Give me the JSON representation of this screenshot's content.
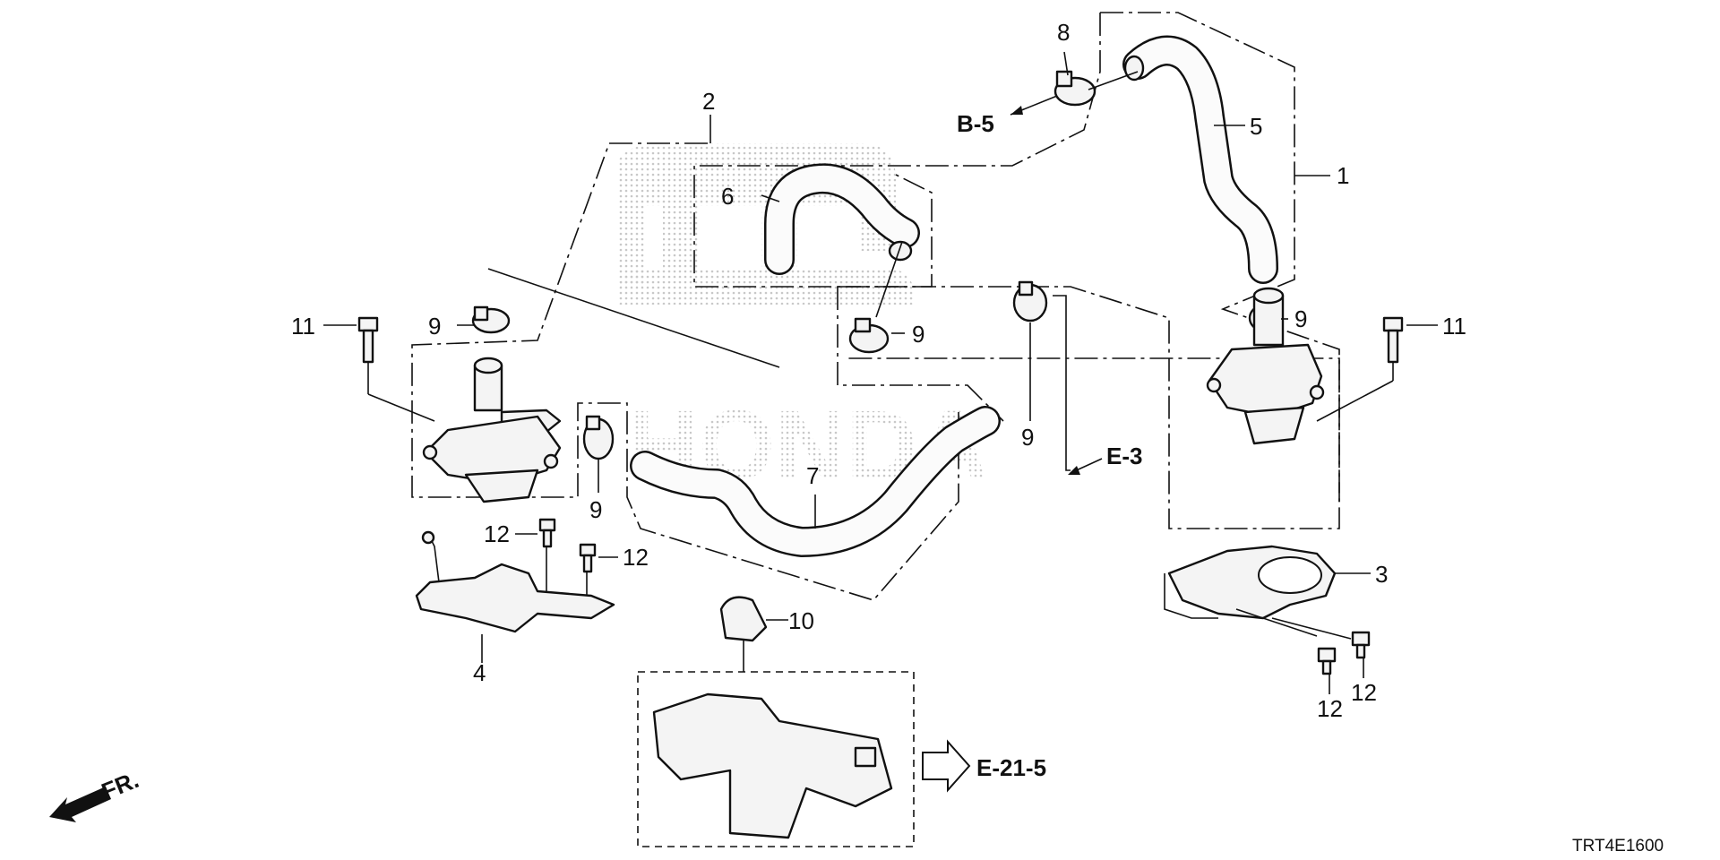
{
  "diagram": {
    "callouts": [
      {
        "id": "c1",
        "text": "1"
      },
      {
        "id": "c2",
        "text": "2"
      },
      {
        "id": "c3",
        "text": "3"
      },
      {
        "id": "c4",
        "text": "4"
      },
      {
        "id": "c5",
        "text": "5"
      },
      {
        "id": "c6",
        "text": "6"
      },
      {
        "id": "c7",
        "text": "7"
      },
      {
        "id": "c8",
        "text": "8"
      },
      {
        "id": "c9a",
        "text": "9"
      },
      {
        "id": "c9b",
        "text": "9"
      },
      {
        "id": "c9c",
        "text": "9"
      },
      {
        "id": "c9d",
        "text": "9"
      },
      {
        "id": "c9e",
        "text": "9"
      },
      {
        "id": "c10",
        "text": "10"
      },
      {
        "id": "c11a",
        "text": "11"
      },
      {
        "id": "c11b",
        "text": "11"
      },
      {
        "id": "c12a",
        "text": "12"
      },
      {
        "id": "c12b",
        "text": "12"
      },
      {
        "id": "c12c",
        "text": "12"
      },
      {
        "id": "c12d",
        "text": "12"
      }
    ],
    "references": {
      "b5": "B-5",
      "e3": "E-3",
      "e215": "E-21-5"
    },
    "front_arrow": "FR.",
    "watermark_text": "HONDA",
    "code": "TRT4E1600"
  }
}
